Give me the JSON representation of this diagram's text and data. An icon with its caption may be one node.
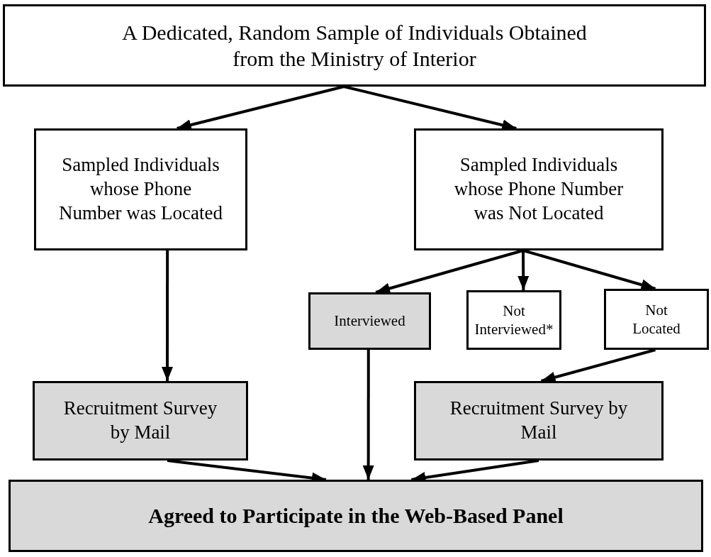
{
  "diagram": {
    "nodes": [
      {
        "text": [
          "A Dedicated, Random Sample of Individuals Obtained from the Ministry of Interior"
        ]
      },
      {
        "text": [
          "Sampled Individuals whose Phone Number was Located"
        ]
      },
      {
        "text": [
          "Sampled Individuals whose Phone Number was Not Located"
        ]
      },
      {
        "text": [
          "Interviewed"
        ]
      },
      {
        "text": [
          "Not Interviewed*"
        ]
      },
      {
        "text": [
          "Not Located"
        ]
      },
      {
        "text": [
          "Recruitment Survey by Mail"
        ]
      },
      {
        "text": [
          "Recruitment Survey by Mail"
        ]
      },
      {
        "text": [
          "Agreed to Participate in the Web-Based Panel"
        ]
      }
    ],
    "edges": [
      {
        "from": 0,
        "to": 1,
        "arrow": "to"
      },
      {
        "from": 0,
        "to": 2,
        "arrow": "to"
      },
      {
        "from": 1,
        "to": 6,
        "arrow": "to"
      },
      {
        "from": 2,
        "to": 3,
        "arrow": "to"
      },
      {
        "from": 2,
        "to": 4,
        "arrow": "to"
      },
      {
        "from": 2,
        "to": 5,
        "arrow": "to"
      },
      {
        "from": 5,
        "to": 7,
        "arrow": "to"
      },
      {
        "from": 6,
        "to": 8,
        "arrow": "to"
      },
      {
        "from": 3,
        "to": 8,
        "arrow": "to"
      },
      {
        "from": 7,
        "to": 8,
        "arrow": "to"
      }
    ]
  }
}
